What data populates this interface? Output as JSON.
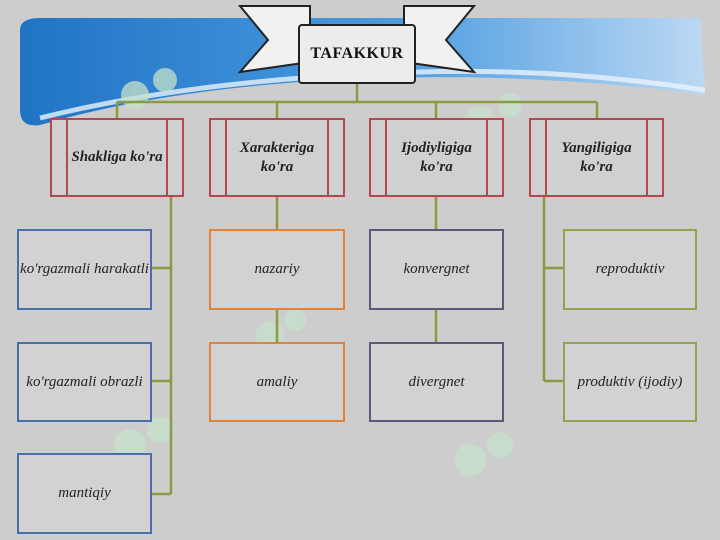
{
  "title": "TAFAKKUR",
  "colors": {
    "background": "#cdcdcd",
    "banner_blue": "#1f74c4",
    "category_border": "#b5474f",
    "blue_border": "#4a6ea8",
    "orange_border": "#e0843d",
    "slate_border": "#5a5a78",
    "green_border": "#8fa552",
    "connector": "#8a9a45",
    "watermark": "#c6e2c9"
  },
  "categories": [
    {
      "label": "Shakliga ko'ra"
    },
    {
      "label": "Xarakteriga ko'ra"
    },
    {
      "label": "Ijodiyligiga ko'ra"
    },
    {
      "label": "Yangiligiga ko'ra"
    }
  ],
  "leaves": {
    "shakliga": [
      "ko'rgazmali harakatli",
      "ko'rgazmali obrazli",
      "mantiqiy"
    ],
    "xarakteriga": [
      "nazariy",
      "amaliy"
    ],
    "ijodiyligiga": [
      "konvergnet",
      "divergnet"
    ],
    "yangiligiga": [
      "reproduktiv",
      "produktiv (ijodiy)"
    ]
  },
  "watermark_icon": "leaf-logo-icon"
}
